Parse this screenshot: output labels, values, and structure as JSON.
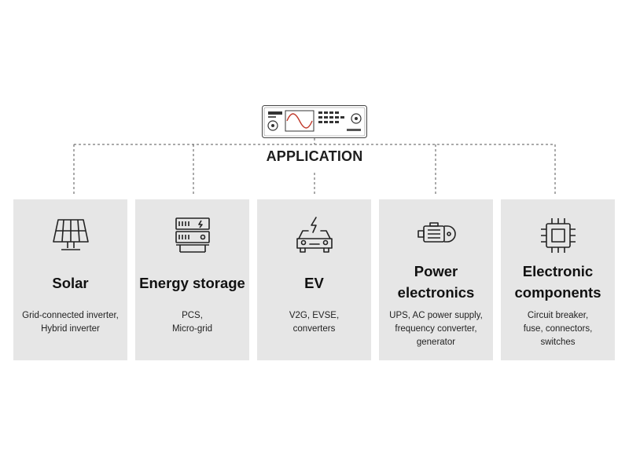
{
  "title": "APPLICATION",
  "device": {
    "name": "power-source-device"
  },
  "cards": [
    {
      "icon": "solar-panel-icon",
      "heading": [
        "Solar"
      ],
      "desc": [
        "Grid-connected inverter,",
        "Hybrid inverter"
      ]
    },
    {
      "icon": "energy-storage-icon",
      "heading": [
        "Energy storage"
      ],
      "desc": [
        "PCS,",
        "Micro-grid"
      ]
    },
    {
      "icon": "electric-car-icon",
      "heading": [
        "EV"
      ],
      "desc": [
        "V2G, EVSE,",
        "converters"
      ]
    },
    {
      "icon": "motor-icon",
      "heading": [
        "Power",
        "electronics"
      ],
      "desc": [
        "UPS, AC power supply,",
        "frequency converter,",
        "generator"
      ]
    },
    {
      "icon": "chip-icon",
      "heading": [
        "Electronic",
        "components"
      ],
      "desc": [
        "Circuit breaker,",
        "fuse, connectors,",
        "switches"
      ]
    }
  ]
}
